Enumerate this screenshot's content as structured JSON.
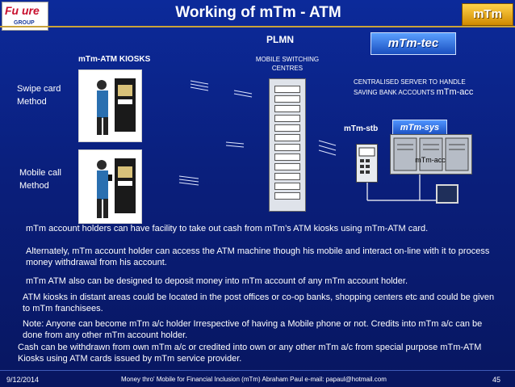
{
  "header": {
    "title": "Working of mTm - ATM",
    "logo_text": "Fu ure",
    "logo_sub": "GROUP",
    "brand_badge": "mTm"
  },
  "diagram": {
    "plmn": "PLMN",
    "msc_label": "MOBILE SWITCHING CENTRES",
    "mtm_tec": "mTm-tec",
    "kiosks_label": "mTm-ATM KIOSKS",
    "swipe_label": "Swipe card Method",
    "mobile_label": "Mobile call Method",
    "central_label": "CENTRALISED SERVER TO HANDLE SAVING BANK ACCOUNTS",
    "central_acc": "mTm-acc",
    "stb_label": "mTm-stb",
    "sys_label": "mTm-sys",
    "server_label": "mTm-acc"
  },
  "body": {
    "p1": "mTm account holders can have facility to take out cash from mTm’s ATM kiosks using mTm-ATM card.",
    "p2": "Alternately, mTm account holder can access the ATM machine though his mobile and interact on-line with it to process money withdrawal from his account.",
    "p3": "mTm ATM also can be designed to deposit money into mTm account of any mTm account holder.",
    "p4": "ATM kiosks in distant areas could be located in the post offices or co-op banks, shopping centers etc and could be given to mTm franchisees.",
    "p5": "Note: Anyone can become mTm a/c holder Irrespective of having a Mobile phone or not. Credits into mTm a/c can be done from any other mTm account holder.",
    "p6": "Cash can be withdrawn from own mTm a/c or credited into own or any other mTm a/c from special purpose mTm-ATM Kiosks using ATM cards issued by mTm service provider."
  },
  "footer": {
    "date": "9/12/2014",
    "text": "Money thro' Mobile for Financial Inclusion (mTm) Abraham Paul e-mail: papaul@hotmail.com",
    "page": "45"
  },
  "colors": {
    "background": "#0a1f7c",
    "accent_gold": "#c9a33a",
    "badge_blue": "#1a4fc0"
  }
}
